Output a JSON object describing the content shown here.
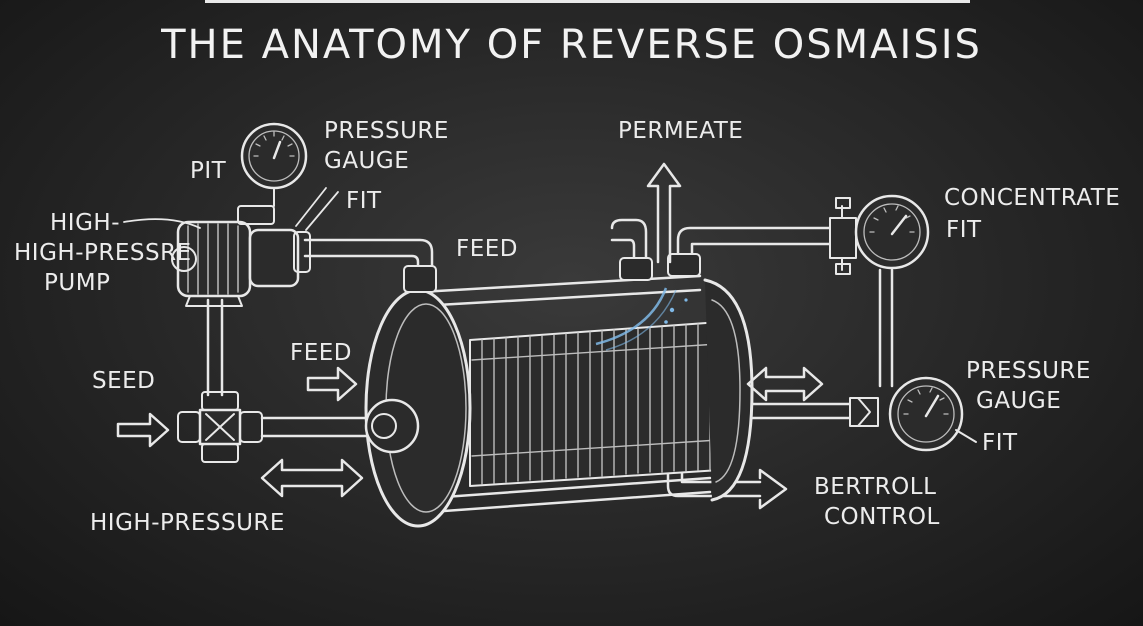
{
  "title": "THE ANATOMY OF REVERSE OSMAISIS",
  "labels": {
    "pit": "PIT",
    "pressure_gauge_top_line1": "PRESSURE",
    "pressure_gauge_top_line2": "GAUGE",
    "fit_top": "FIT",
    "pump_line1": "HIGH-",
    "pump_line2": "HIGH-PRESSRE",
    "pump_line3": "PUMP",
    "feed_top": "FEED",
    "permeate": "PERMEATE",
    "concentrate": "CONCENTRATE",
    "fit_right_top": "FIT",
    "seed": "SEED",
    "feed_left": "FEED",
    "pressure_gauge_right_line1": "PRESSURE",
    "pressure_gauge_right_line2": "GAUGE",
    "fit_right_bottom": "FIT",
    "high_pressure_bottom": "HIGH-PRESSURE",
    "bertroll_line1": "BERTROLL",
    "bertroll_line2": "CONTROL"
  },
  "colors": {
    "background": "#262626",
    "chalk": "#e8e8e8",
    "water_accent": "#7fb8e6"
  },
  "icons": [
    "pressure-gauge-icon",
    "pump-icon",
    "valve-icon",
    "arrow-icon",
    "membrane-vessel-icon"
  ]
}
